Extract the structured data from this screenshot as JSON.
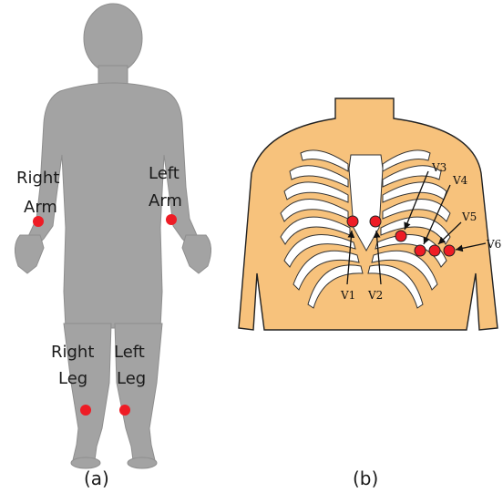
{
  "panel_a": {
    "caption": "(a)",
    "labels": {
      "right_arm_line1": "Right",
      "right_arm_line2": "Arm",
      "left_arm_line1": "Left",
      "left_arm_line2": "Arm",
      "right_leg_line1": "Right",
      "right_leg_line2": "Leg",
      "left_leg_line1": "Left",
      "left_leg_line2": "Leg"
    }
  },
  "panel_b": {
    "caption": "(b)",
    "leads": {
      "v1": "V1",
      "v2": "V2",
      "v3": "V3",
      "v4": "V4",
      "v5": "V5",
      "v6": "V6"
    }
  },
  "colors": {
    "electrode": "#ee1c25",
    "body": "#a3a3a3",
    "torso": "#f7c27c"
  }
}
